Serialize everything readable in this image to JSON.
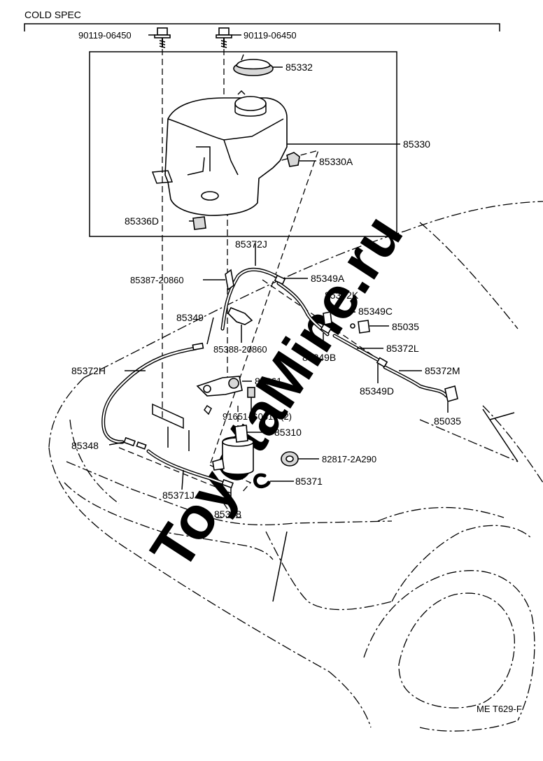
{
  "header": {
    "title": "COLD SPEC"
  },
  "watermark": {
    "text": "ToyotaMine.ru"
  },
  "footer": {
    "ref": "ME T629-F"
  },
  "labels": {
    "bolt_left": "90119-06450",
    "bolt_right": "90119-06450",
    "cap": "85332",
    "tank": "85330",
    "grommet_a": "85330A",
    "grommet_d": "85336D",
    "hose_j": "85372J",
    "clamp_20860": "85387-20860",
    "joint_a": "85349A",
    "hose_k": "85372K",
    "joint_c": "85349C",
    "nozzle_top": "85035",
    "joint_plain": "85349",
    "clamp_20860b": "85388-20860",
    "joint_b": "85349B",
    "hose_l": "85372L",
    "hose_h": "85372H",
    "hose_m": "85372M",
    "bracket": "85361",
    "joint_d": "85349D",
    "nut": "91651-G0612 (2)",
    "nozzle_bottom": "85035",
    "pump": "85310",
    "grommet_pump": "82817-2A290",
    "joint_left": "85348",
    "hose_71": "85371",
    "hose_71j": "85371J",
    "joint_bottom": "85348"
  }
}
